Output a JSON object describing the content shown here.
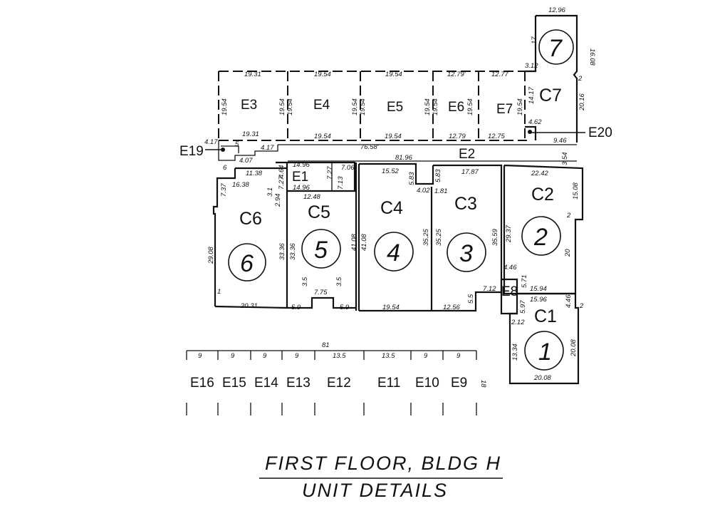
{
  "title": {
    "line1": "FIRST FLOOR, BLDG H",
    "line2": "UNIT DETAILS"
  },
  "units": [
    {
      "id": "unit-1",
      "label": "1"
    },
    {
      "id": "unit-2",
      "label": "2"
    },
    {
      "id": "unit-3",
      "label": "3"
    },
    {
      "id": "unit-4",
      "label": "4"
    },
    {
      "id": "unit-5",
      "label": "5"
    },
    {
      "id": "unit-6",
      "label": "6"
    },
    {
      "id": "unit-7",
      "label": "7"
    }
  ],
  "rooms": {
    "C1": "C1",
    "C2": "C2",
    "C3": "C3",
    "C4": "C4",
    "C5": "C5",
    "C6": "C6",
    "C7": "C7",
    "E1": "E1",
    "E2": "E2",
    "E3": "E3",
    "E4": "E4",
    "E5": "E5",
    "E6": "E6",
    "E7": "E7",
    "E8": "E8",
    "E9": "E9",
    "E10": "E10",
    "E11": "E11",
    "E12": "E12",
    "E13": "E13",
    "E14": "E14",
    "E15": "E15",
    "E16": "E16",
    "E19": "E19",
    "E20": "E20"
  },
  "dimensions": {
    "d_12_96": "12.96",
    "d_16_08": "16.08",
    "d_17": "17",
    "d_3_12": "3.12",
    "d_2": "2",
    "d_19_31a": "19.31",
    "d_19_54a": "19.54",
    "d_19_54b": "19.54",
    "d_12_79a": "12.79'",
    "d_12_77": "12.77",
    "d_19_54v1": "19.54",
    "d_19_54v2": "19.54",
    "d_19_54v3": "19.54",
    "d_19_54v4": "19.54",
    "d_19_54v5": "19.54",
    "d_19_54v6": "19.54",
    "d_19_54v7": "19.54",
    "d_19_54v8": "19.54",
    "d_19_54v9": "19.54",
    "d_14_17": "14.17",
    "d_20_16": "20.16",
    "d_19_31b": "19.31",
    "d_19_54c": "19.54",
    "d_19_54d": "19.54",
    "d_12_79b": "12.79",
    "d_12_75": "12.75",
    "d_4_62": "4.62",
    "d_9_46": "9.46",
    "d_76_58": "76.58'",
    "d_81_96": "81.96",
    "d_4_17a": "4.17",
    "d_4_17b": "4.17",
    "d_5": "5",
    "d_4_07": "4.07",
    "d_6": "6",
    "d_11_38": "11.38",
    "d_4_64": "4.64",
    "d_14_96a": "14.96",
    "d_14_96b": "14.96",
    "d_7_27a": "7.27",
    "d_7_27b": "7.27",
    "d_7_06": "7.06",
    "d_7_13": "7.13",
    "d_15_52": "15.52",
    "d_5_83a": "5.83",
    "d_5_83b": "5.83",
    "d_4_02": "4.02",
    "d_1_81": "1.81",
    "d_17_87": "17.87",
    "d_3_54": "3.54",
    "d_22_42": "22.42",
    "d_16_38": "16.38",
    "d_7_37": "7.37",
    "d_3_1": "3.1",
    "d_2_94": "2.94",
    "d_12_48": "12.48",
    "d_15_08": "15.08",
    "d_29_08": "29.08",
    "d_33_36a": "33.36",
    "d_33_36b": "33.36",
    "d_41_08a": "41.08",
    "d_41_08b": "41.08",
    "d_35_25a": "35.25",
    "d_35_25b": "35.25",
    "d_35_59": "35.59",
    "d_29_37": "29.37",
    "d_2b": "2",
    "d_20": "20",
    "d_3_5a": "3.5",
    "d_3_5b": "3.5",
    "d_7_75": "7.75",
    "d_5_9a": "5.9",
    "d_5_9b": "5.9",
    "d_20_31": "20.31",
    "d_19_54e": "19.54",
    "d_12_56": "12.56",
    "d_5_5": "5.5",
    "d_7_12": "7.12",
    "d_4_46": "4.46",
    "d_5_71": "5.71",
    "d_15_94": "15.94",
    "d_15_96": "15.96",
    "d_5_97": "5.97",
    "d_4_46b": "4.46",
    "d_2c": "2",
    "d_2_12": "2.12",
    "d_13_34": "13.34",
    "d_20_08a": "20.08",
    "d_20_08b": "20.08",
    "d_1": "1",
    "d_81": "81",
    "d_9a": "9",
    "d_9b": "9",
    "d_9c": "9",
    "d_9d": "9",
    "d_13_5a": "13.5",
    "d_13_5b": "13.5",
    "d_9e": "9",
    "d_9f": "9",
    "d_18": "18"
  }
}
